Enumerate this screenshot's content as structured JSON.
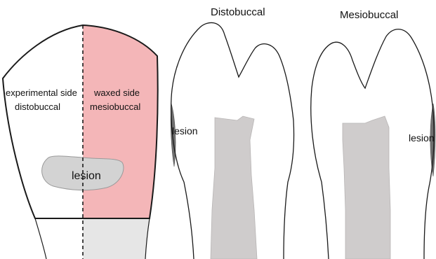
{
  "panels": {
    "occlusal": {
      "left_label_line1": "experimental side",
      "left_label_line2": "distobuccal",
      "right_label_line1": "waxed side",
      "right_label_line2": "mesiobuccal",
      "lesion_label": "lesion"
    },
    "distobuccal": {
      "title": "Distobuccal",
      "lesion_label": "lesion"
    },
    "mesiobuccal": {
      "title": "Mesiobuccal",
      "lesion_label": "lesion"
    }
  },
  "colors": {
    "waxed_side": "#f4b6b8",
    "lesion_fill": "#d3d3d3",
    "pulp_fill": "#cfcccc",
    "lesion_edge": "#707070",
    "outline": "#1a1a1a"
  }
}
